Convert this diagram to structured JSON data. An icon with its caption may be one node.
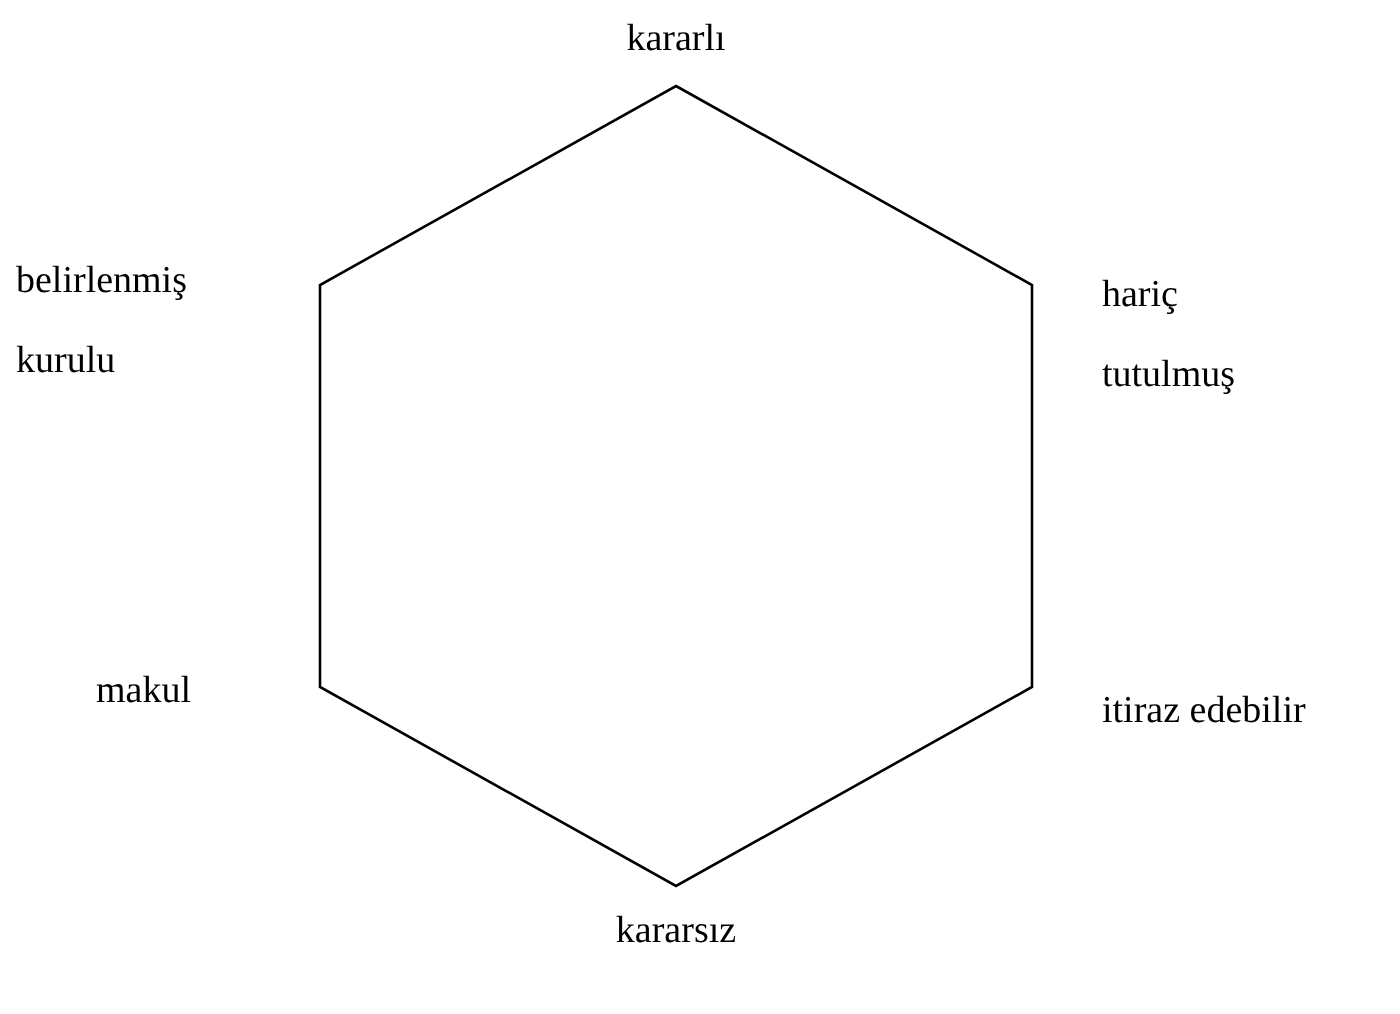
{
  "diagram": {
    "nodes": [
      {
        "text": [],
        "shape": "hexagon",
        "beside": [
          "kararlı",
          "belirlenmiş kurulu",
          "hariç tutulmuş",
          "makul",
          "itiraz edebilir",
          "kararsız"
        ]
      }
    ]
  }
}
